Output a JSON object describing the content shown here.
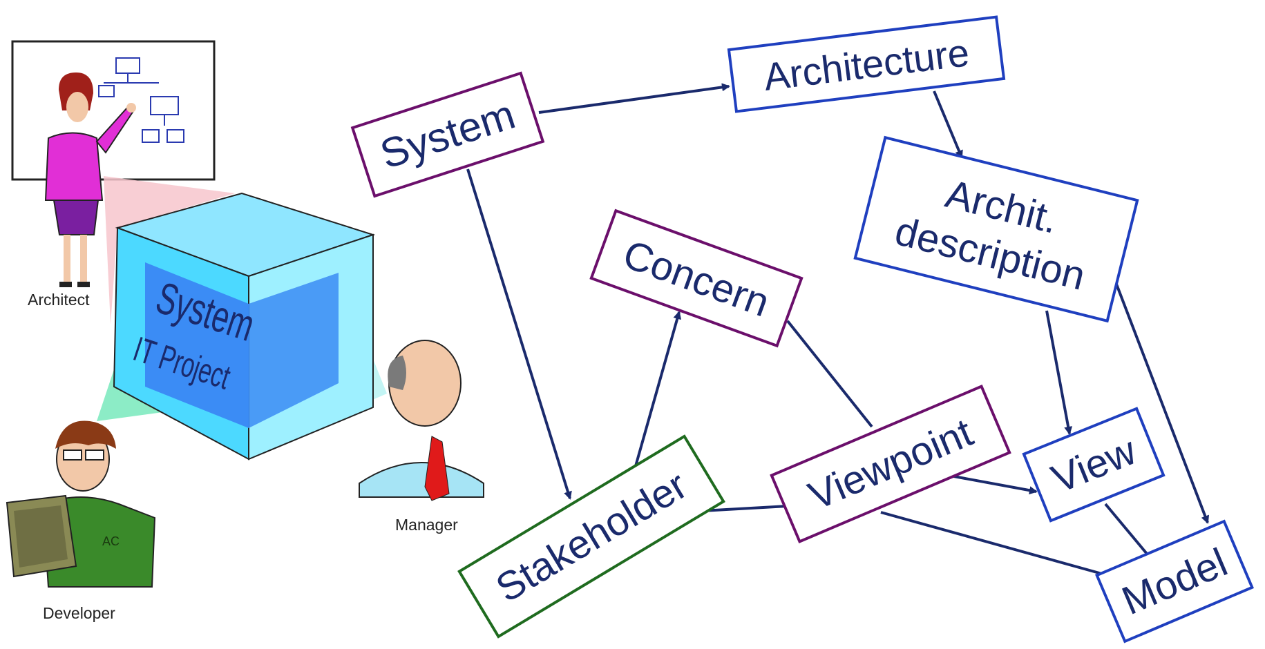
{
  "people": {
    "architect": "Architect",
    "developer": "Developer",
    "manager": "Manager"
  },
  "cube": {
    "line1": "System",
    "line2": "IT Project"
  },
  "nodes": {
    "system": "System",
    "architecture": "Architecture",
    "archit_desc_line1": "Archit.",
    "archit_desc_line2": "description",
    "concern": "Concern",
    "stakeholder": "Stakeholder",
    "viewpoint": "Viewpoint",
    "view": "View",
    "model": "Model"
  },
  "colors": {
    "purple_border": "#6b0f6b",
    "blue_border": "#1f3fbf",
    "green_border": "#1f6b1f",
    "text": "#1a2a6c",
    "edge": "#1a2a6c"
  }
}
